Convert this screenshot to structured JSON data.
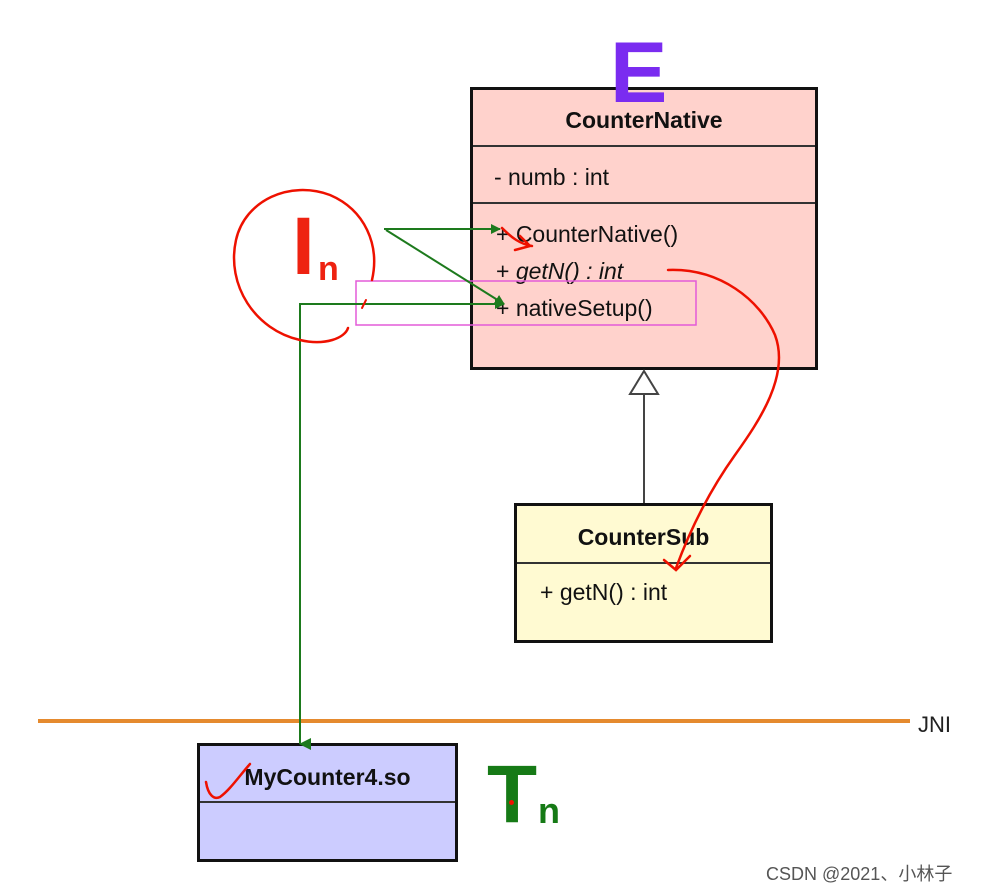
{
  "letters": {
    "e": "E",
    "i": "I",
    "i_sub": "n",
    "t": "T",
    "t_sub": "n"
  },
  "classes": {
    "native": {
      "title": "CounterNative",
      "attribute": "- numb : int",
      "op_constructor": "+ CounterNative()",
      "op_getn_plus": "+",
      "op_getn": "getN() : int",
      "op_native_setup": "+ nativeSetup()"
    },
    "sub": {
      "title": "CounterSub",
      "op_getn": "+ getN() : int"
    },
    "lib": {
      "title": "MyCounter4.so"
    }
  },
  "jni_label": "JNI",
  "watermark": "CSDN @2021、小林子",
  "colors": {
    "native_fill": "#ffd2cc",
    "sub_fill": "#fffad2",
    "lib_fill": "#ccccff",
    "jni_line": "#e58a2e",
    "green_arrow": "#1d7a1d",
    "red_ink": "#ee1100",
    "pink_highlight": "#e35bd8",
    "purple_letter": "#7a2cf0"
  }
}
